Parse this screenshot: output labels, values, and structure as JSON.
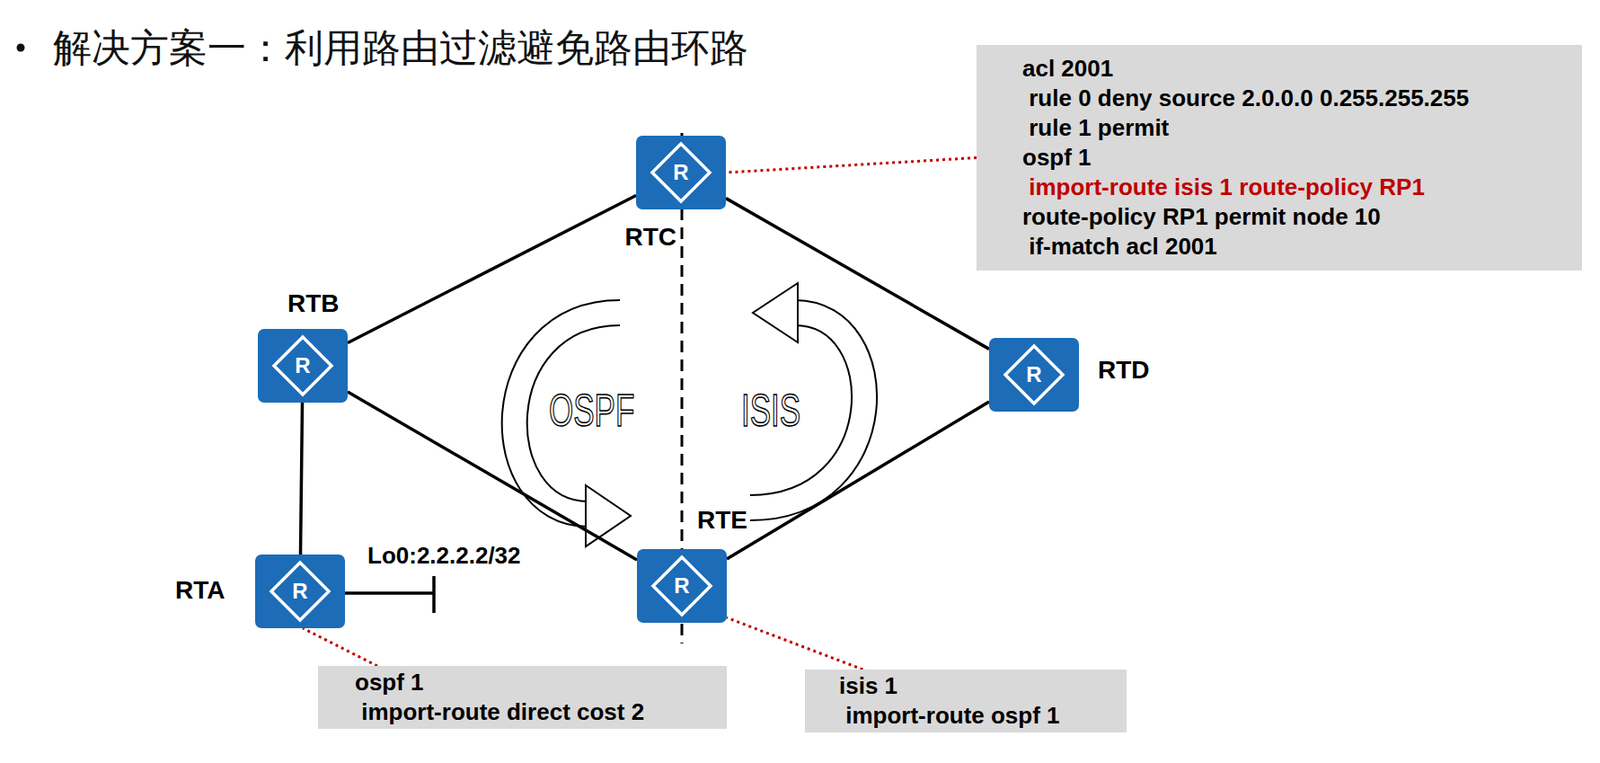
{
  "diagram": {
    "title": "解决方案一：利用路由过滤避免路由环路",
    "nodes": [
      {
        "text": [
          "RTC",
          "R"
        ]
      },
      {
        "text": [
          "acl 2001",
          " rule 0 deny source 2.0.0.0 0.255.255.255",
          " rule 1 permit",
          "ospf 1",
          " import-route isis 1 route-policy RP1",
          "route-policy RP1 permit node 10",
          " if-match acl 2001"
        ]
      },
      {
        "text": [
          "RTB",
          "R"
        ]
      },
      {
        "text": [
          "RTD",
          "R"
        ]
      },
      {
        "text": [
          "RTE",
          "R"
        ]
      },
      {
        "text": [
          "RTA",
          "R"
        ]
      },
      {
        "text": [
          "ospf 1",
          " import-route direct cost 2"
        ]
      },
      {
        "text": [
          "isis 1",
          " import-route ospf 1"
        ]
      }
    ],
    "edges": [
      {
        "from": 0,
        "to": 2,
        "arrow": "none"
      },
      {
        "from": 0,
        "to": 3,
        "arrow": "none"
      },
      {
        "from": 2,
        "to": 5,
        "arrow": "none"
      },
      {
        "from": 2,
        "to": 4,
        "arrow": "none"
      },
      {
        "from": 4,
        "to": 3,
        "arrow": "none"
      },
      {
        "from": 1,
        "to": 0,
        "arrow": "none"
      },
      {
        "from": 6,
        "to": 5,
        "arrow": "none"
      },
      {
        "from": 7,
        "to": 4,
        "arrow": "none"
      }
    ],
    "labels": [
      "OSPF",
      "ISIS",
      "Lo0:2.2.2.2/32"
    ]
  }
}
